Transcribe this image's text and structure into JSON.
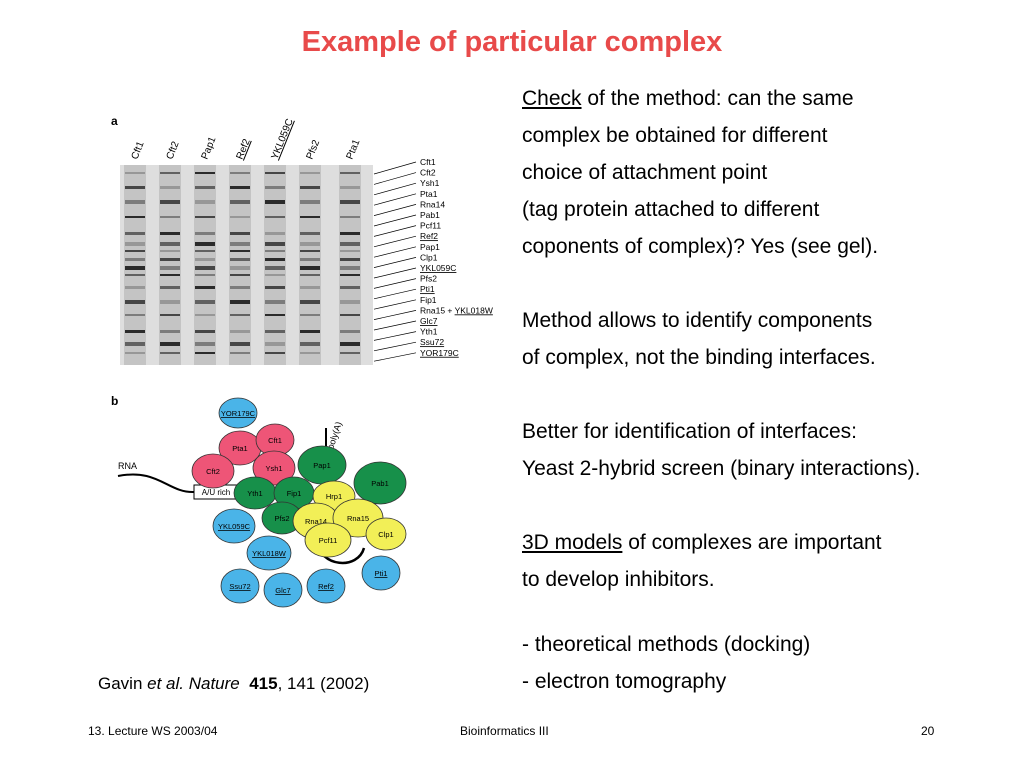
{
  "slide": {
    "title": "Example of particular complex",
    "figure": {
      "panel_a": "a",
      "panel_b": "b",
      "lanes": [
        "Cft1",
        "Cft2",
        "Pap1",
        "Ref2",
        "YKL059C",
        "Pfs2",
        "Pta1"
      ],
      "band_labels": [
        "Cft1",
        "Cft2",
        "Ysh1",
        "Pta1",
        "Rna14",
        "Pab1",
        "Pcf11",
        "Ref2",
        "Pap1",
        "Clp1",
        "YKL059C",
        "Pfs2",
        "Pti1",
        "Fip1",
        "Rna15 + YKL018W",
        "Glc7",
        "Yth1",
        "Ssu72",
        "YOR179C"
      ],
      "rna_label": "RNA",
      "au_rich_label": "A/U rich",
      "polya_label": "poly(A)",
      "proteins": [
        "YOR179C",
        "Pta1",
        "Cft1",
        "Cft2",
        "Ysh1",
        "Pap1",
        "Pab1",
        "Yth1",
        "Fip1",
        "Hrp1",
        "Pfs2",
        "Rna14",
        "Rna15",
        "Clp1",
        "Pcf11",
        "YKL059C",
        "YKL018W",
        "Pti1",
        "Ssu72",
        "Glc7",
        "Ref2"
      ]
    },
    "text": {
      "p1_kw": "Check",
      "p1_rest": " of the method: can the same",
      "p1_l2": "complex be obtained for different",
      "p1_l3": "choice of attachment point",
      "p1_l4": "(tag protein attached to different",
      "p1_l5": "coponents of complex)? Yes (see gel).",
      "p2_l1": "Method allows to identify components",
      "p2_l2": "of complex, not the binding interfaces.",
      "p3_l1": "Better for identification of interfaces:",
      "p3_l2": "Yeast 2-hybrid screen (binary interactions).",
      "p4_kw": "3D models",
      "p4_rest": " of complexes are important",
      "p4_l2": "to develop inhibitors.",
      "b1": "-  theoretical methods (docking)",
      "b2": "-  electron tomography"
    },
    "citation": {
      "author": "Gavin ",
      "etal": "et al.",
      "journal": " Nature",
      "volume": "415",
      "rest": ", 141 (2002)"
    },
    "footer": {
      "left": "13. Lecture WS 2003/04",
      "center": "Bioinformatics III",
      "right": "20"
    }
  }
}
